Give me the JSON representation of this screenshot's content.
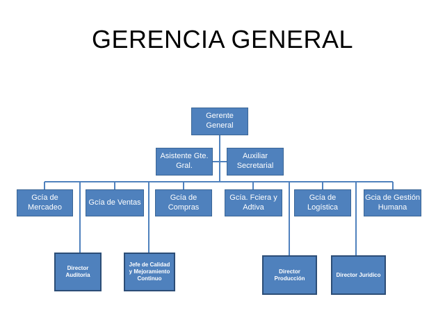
{
  "title": "GERENCIA GENERAL",
  "colors": {
    "box_fill": "#4f81bd",
    "box_border": "#3a6595",
    "line": "#4f81bd",
    "text": "#ffffff"
  },
  "top": {
    "label": "Gerente\nGeneral"
  },
  "staff": {
    "assistant": "Asistente Gte.\nGral.",
    "auxiliary": "Auxiliar\nSecretarial"
  },
  "departments": [
    "Gcía de\nMercadeo",
    "Gcía de Ventas",
    "Gcía de\nCompras",
    "Gcía. Fciera y\nAdtiva",
    "Gcía de\nLogística",
    "Gcia de Gestión\nHumana"
  ],
  "sub_units": [
    "Director\nAuditoria",
    "Jefe de Calidad\ny Mejoramiento\nContinuo",
    "Director\nProducción",
    "Director Juridico"
  ]
}
